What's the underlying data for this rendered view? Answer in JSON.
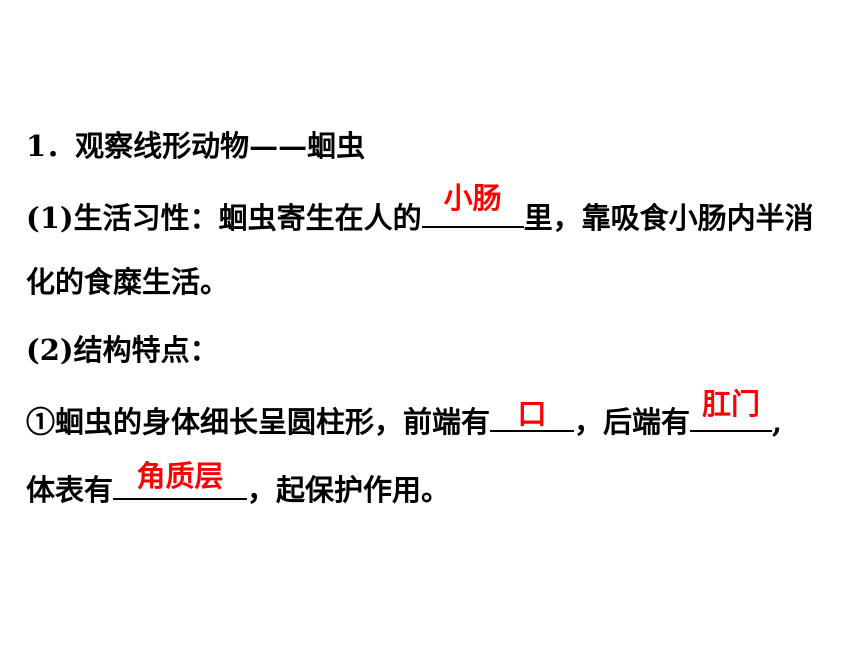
{
  "title": "1．观察线形动物——蛔虫",
  "p1": {
    "prefix": "(1)生活习性：蛔虫寄生在人的",
    "answer": "小肠",
    "suffix": "里，靠吸食小肠内半消",
    "cont": "化的食糜生活。"
  },
  "p2": {
    "heading": "(2)结构特点：",
    "s1_prefix": "①蛔虫的身体细长呈圆柱形，前端有",
    "s1_answer1": "口",
    "s1_middle": "，后端有",
    "s1_answer2": "肛门",
    "s1_end": ",",
    "s2_prefix": "体表有",
    "s2_answer": "角质层",
    "s2_suffix": "，起保护作用。"
  },
  "colors": {
    "answer": "#ff0000",
    "text": "#000000",
    "background": "#ffffff"
  }
}
